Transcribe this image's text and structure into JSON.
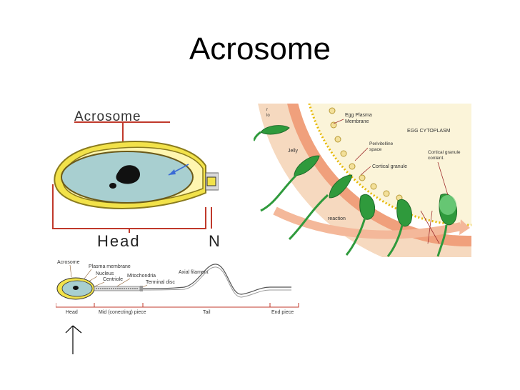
{
  "slide": {
    "title": "Acrosome"
  },
  "head_diagram": {
    "acrosome_label": "Acrosome",
    "head_label": "Head",
    "cut_label": "N"
  },
  "fertilization": {
    "top_cut_labels": [
      "r",
      "lo"
    ],
    "jelly": "Jelly",
    "egg_plasma_membrane": [
      "Egg Plasma",
      "Membrane"
    ],
    "egg_cytoplasm": "EGG CYTOPLASM",
    "perivitelline_space": [
      "Perivitelline",
      "space"
    ],
    "cortical_granule": "Cortical granule",
    "cortical_granule_content": [
      "Cortical granule",
      "content."
    ],
    "reaction": "reaction"
  },
  "sperm_diagram": {
    "acrosome": "Acrosome",
    "plasma_membrane": "Plasma membrane",
    "nucleus": "Nucleus",
    "centriole": "Centriole",
    "mitochondria": "Mitochondria",
    "terminal_disc": "Terminal disc",
    "axial_filament": "Axial filament",
    "head": "Head",
    "mid_piece": "Mid (conecting) piece",
    "tail": "Tail",
    "end_piece": "End piece"
  },
  "colors": {
    "nucleus_fill": "#a8cfd0",
    "acrosome_yellow": "#f2e24a",
    "egg_cytoplasm": "#fbf4d9",
    "perivitelline_salmon": "#f0a07c",
    "outer_band": "#f6d9bf",
    "sperm_green": "#2f9a3c",
    "label_red": "#c0392b"
  }
}
